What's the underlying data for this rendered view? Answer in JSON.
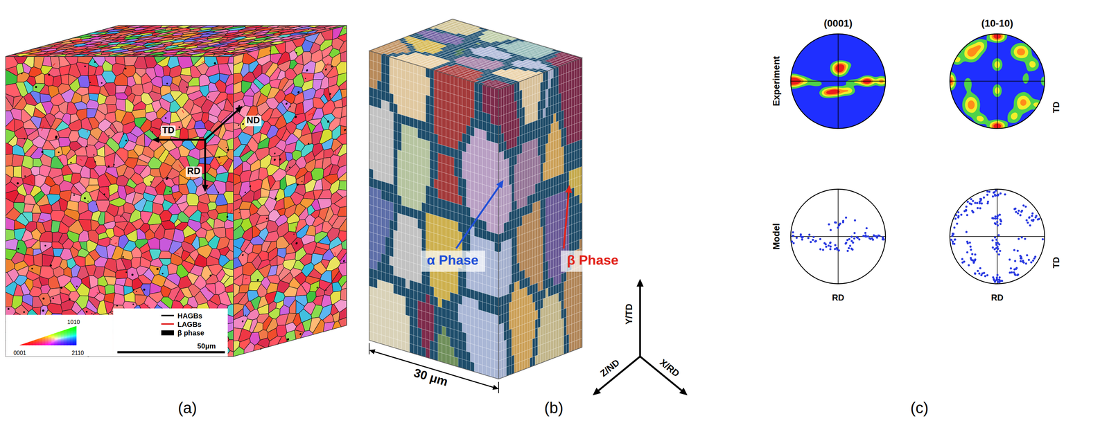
{
  "diagram": {
    "nodes": [
      {
        "text": [
          "α Phase"
        ]
      },
      {
        "text": [
          "β Phase"
        ]
      }
    ],
    "labels": [
      "(a)",
      "(b)",
      "(c)",
      "ND",
      "TD",
      "RD",
      "1010",
      "0001",
      "2110",
      "50μm",
      "30 μm",
      "Z/ND",
      "Y/TD",
      "X/RD",
      "(0001)",
      "(10-10)",
      "Experiment",
      "Model",
      "TD",
      "TD",
      "RD",
      "RD"
    ],
    "legend": [
      {
        "text": "HAGBs"
      },
      {
        "text": "LAGBs"
      },
      {
        "text": "β phase",
        "color": "#000000"
      }
    ]
  }
}
